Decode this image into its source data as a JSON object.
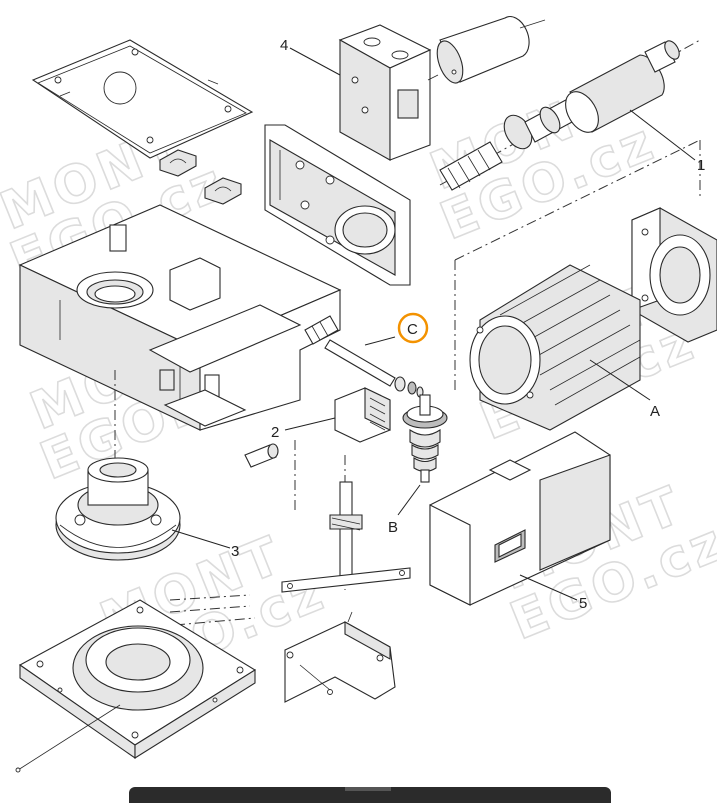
{
  "diagram": {
    "labels": {
      "p1": "1",
      "p2": "2",
      "p3": "3",
      "p4": "4",
      "p5": "5",
      "pA": "A",
      "pB": "B",
      "pC": "C"
    },
    "watermark": {
      "line1": "MONT",
      "line2": "EGO.cz"
    },
    "highlight_color": "#f39200",
    "line_color": "#2a2a2a"
  }
}
